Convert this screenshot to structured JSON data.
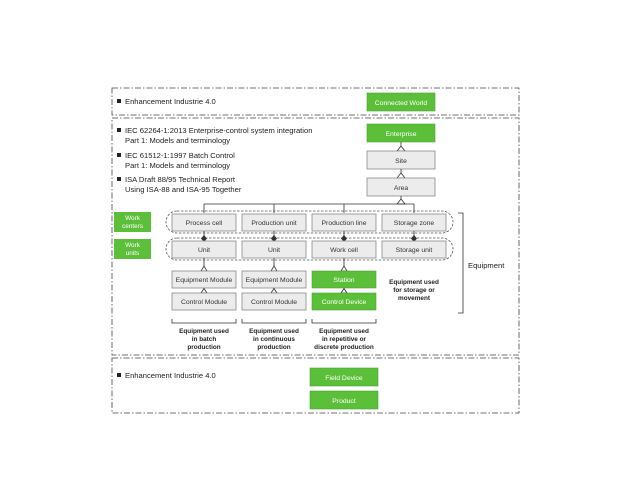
{
  "top": {
    "bullet_text": "Enhancement Industrie 4.0",
    "connected_world": "Connected World"
  },
  "standards": [
    {
      "line1": "IEC 62264-1:2013 Enterprise-control system integration",
      "line2": "Part 1: Models and terminology"
    },
    {
      "line1": "IEC 61512-1:1997 Batch Control",
      "line2": "Part 1: Models and terminology"
    },
    {
      "line1": "ISA Draft 88/95 Technical Report",
      "line2": "Using ISA-88 and ISA-95 Together"
    }
  ],
  "hierarchy": {
    "enterprise": "Enterprise",
    "site": "Site",
    "area": "Area"
  },
  "side_labels": {
    "work_centers_1": "Work",
    "work_centers_2": "centers",
    "work_units_1": "Work",
    "work_units_2": "units"
  },
  "work_centers": [
    "Process cell",
    "Production unit",
    "Production line",
    "Storage zone"
  ],
  "work_units": [
    "Unit",
    "Unit",
    "Work cell",
    "Storage unit"
  ],
  "modules": {
    "equipment_module_1": "Equipment Module",
    "equipment_module_2": "Equipment Module",
    "station": "Station",
    "control_module_1": "Control Module",
    "control_module_2": "Control Module",
    "control_device": "Control Device"
  },
  "storage_note": [
    "Equipment used",
    "for storage or",
    "movement"
  ],
  "equipment_label": "Equipment",
  "footnotes": [
    [
      "Equipment used",
      "in batch",
      "production"
    ],
    [
      "Equipment used",
      "in continuous",
      "production"
    ],
    [
      "Equipment used",
      "in repetitive or",
      "discrete production"
    ]
  ],
  "bottom": {
    "bullet_text": "Enhancement Industrie 4.0",
    "field_device": "Field Device",
    "product": "Product"
  },
  "colors": {
    "green": "#5cbf3a",
    "gray_box": "#ececec",
    "border": "#444444"
  }
}
